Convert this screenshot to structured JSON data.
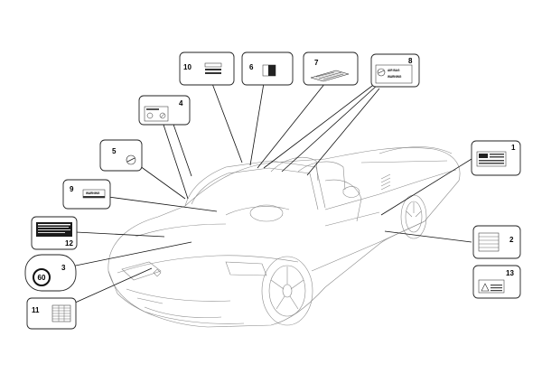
{
  "callouts": [
    {
      "id": "1",
      "label": "1"
    },
    {
      "id": "2",
      "label": "2"
    },
    {
      "id": "3",
      "label": "3"
    },
    {
      "id": "4",
      "label": "4"
    },
    {
      "id": "5",
      "label": "5"
    },
    {
      "id": "6",
      "label": "6"
    },
    {
      "id": "7",
      "label": "7"
    },
    {
      "id": "8",
      "label": "8"
    },
    {
      "id": "9",
      "label": "9"
    },
    {
      "id": "10",
      "label": "10"
    },
    {
      "id": "11",
      "label": "11"
    },
    {
      "id": "12",
      "label": "12"
    },
    {
      "id": "13",
      "label": "13"
    }
  ],
  "labels": {
    "airbag_line1": "AIR BAG",
    "airbag_line2": "WARNING",
    "warning9": "WARNING",
    "speed": "60"
  },
  "colors": {
    "line": "#111111",
    "car_outline": "#8a8a8a",
    "label_dark": "#1a1a1a"
  }
}
